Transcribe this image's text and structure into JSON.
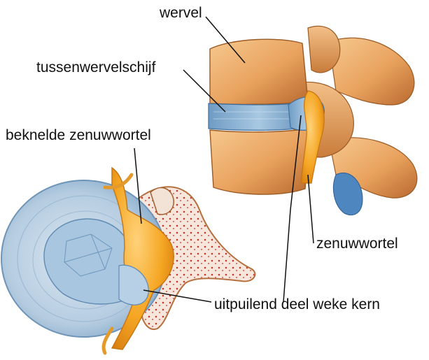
{
  "labels": {
    "vertebra": "wervel",
    "disc": "tussenwervelschijf",
    "pinched_nerve_root": "beknelde zenuwwortel",
    "nerve_root": "zenuwwortel",
    "herniated_nucleus": "uitpuilend deel weke kern"
  },
  "colors": {
    "bone": "#E9A25E",
    "bone_dark": "#B8692E",
    "disc": "#8FB6D6",
    "disc_light": "#C9DCEA",
    "nerve": "#F5A623",
    "marrow_dots": "#C0392B",
    "leader_line": "#111111"
  }
}
